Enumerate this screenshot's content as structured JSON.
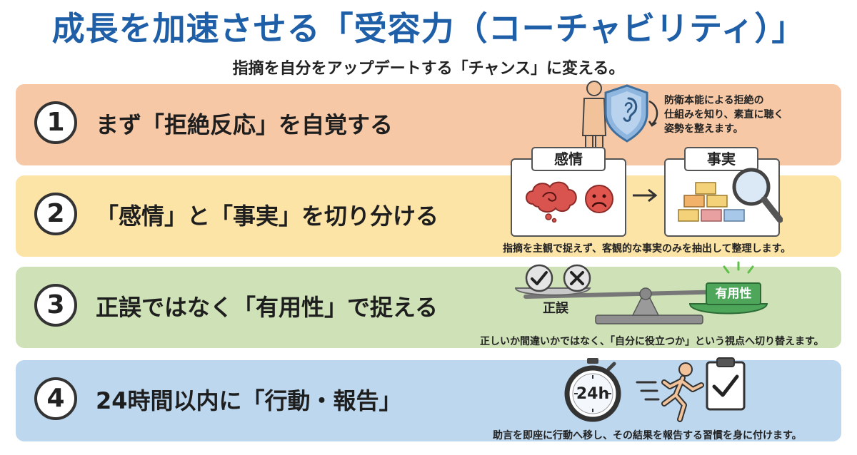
{
  "title": "成長を加速させる「受容力（コーチャビリティ）」",
  "subtitle": "指摘を自分をアップデートする「チャンス」に変える。",
  "colors": {
    "title": "#1f5fa8",
    "band_1": "#f6c8a6",
    "band_2": "#fce3a6",
    "band_3": "#cfe2b7",
    "band_4": "#bcd7ee"
  },
  "steps": [
    {
      "number": "1",
      "title": "まず「拒絶反応」を自覚する",
      "caption_lines": [
        "防衛本能による拒絶の",
        "仕組みを知り、素直に聴く",
        "姿勢を整えます。"
      ],
      "icons": [
        "person-with-shield-icon",
        "ear-icon",
        "curved-arrow-icon"
      ]
    },
    {
      "number": "2",
      "title": "「感情」と「事実」を切り分ける",
      "box_emotion": "感情",
      "box_fact": "事実",
      "caption": "指摘を主観で捉えず、客観的な事実のみを抽出して整理します。",
      "icons": [
        "brain-cloud-icon",
        "sad-face-icon",
        "arrow-right-icon",
        "blocks-icon",
        "magnifier-icon"
      ]
    },
    {
      "number": "3",
      "title": "正誤ではなく「有用性」で捉える",
      "scale_left_label": "正誤",
      "scale_right_label": "有用性",
      "caption": "正しいか間違いかではなく、「自分に役立つか」という視点へ切り替えます。",
      "icons": [
        "check-icon",
        "cross-icon",
        "balance-scale-icon"
      ]
    },
    {
      "number": "4",
      "title": "24時間以内に「行動・報告」",
      "timer_label": "24h",
      "caption": "助言を即座に行動へ移し、その結果を報告する習慣を身に付けます。",
      "icons": [
        "stopwatch-icon",
        "running-person-icon",
        "clipboard-check-icon"
      ]
    }
  ]
}
